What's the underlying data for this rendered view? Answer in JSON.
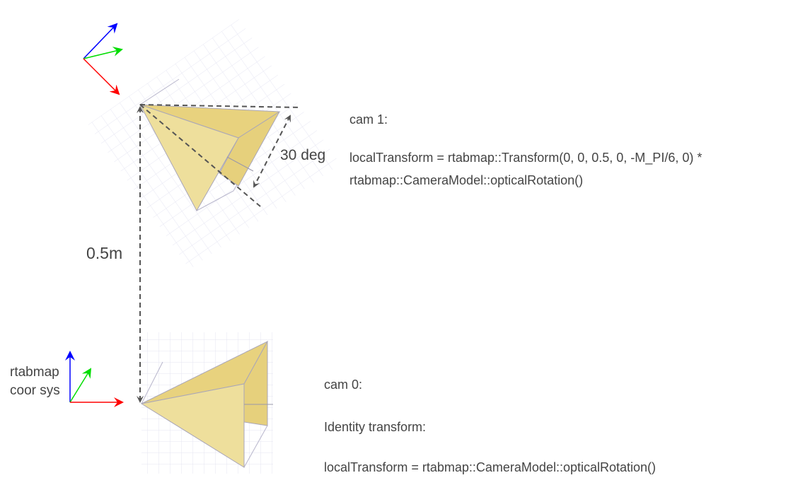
{
  "cam1": {
    "title": "cam 1:",
    "transform_line1": "localTransform = rtabmap::Transform(0, 0, 0.5, 0, -M_PI/6, 0) *",
    "transform_line2": "rtabmap::CameraModel::opticalRotation()",
    "angle_label": "30 deg"
  },
  "cam0": {
    "title": "cam 0:",
    "identity_label": "Identity transform:",
    "transform_line": "localTransform = rtabmap::CameraModel::opticalRotation()"
  },
  "distance_label": "0.5m",
  "coord_sys_label_line1": "rtabmap",
  "coord_sys_label_line2": "coor sys",
  "colors": {
    "x_axis": "#ff0000",
    "y_axis": "#00dd00",
    "z_axis": "#0000ff",
    "frustum": "#ecd98f",
    "frustum_dark": "#e6d07c",
    "dash": "#555555"
  }
}
